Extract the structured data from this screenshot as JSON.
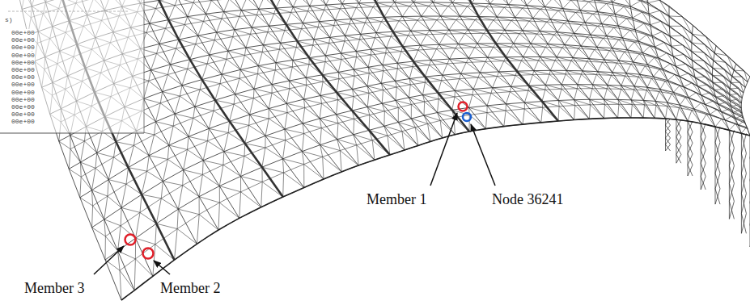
{
  "diagram": {
    "labels": [
      "Member 1",
      "Node 36241",
      "Member 3",
      "Member 2",
      "s)",
      "00e+00",
      "00e+00",
      "00e+00",
      "00e+00",
      "00e+00",
      "00e+00",
      "00e+00",
      "00e+00",
      "00e+00",
      "00e+00",
      "00e+00",
      "00e+00",
      "00e+00"
    ]
  }
}
